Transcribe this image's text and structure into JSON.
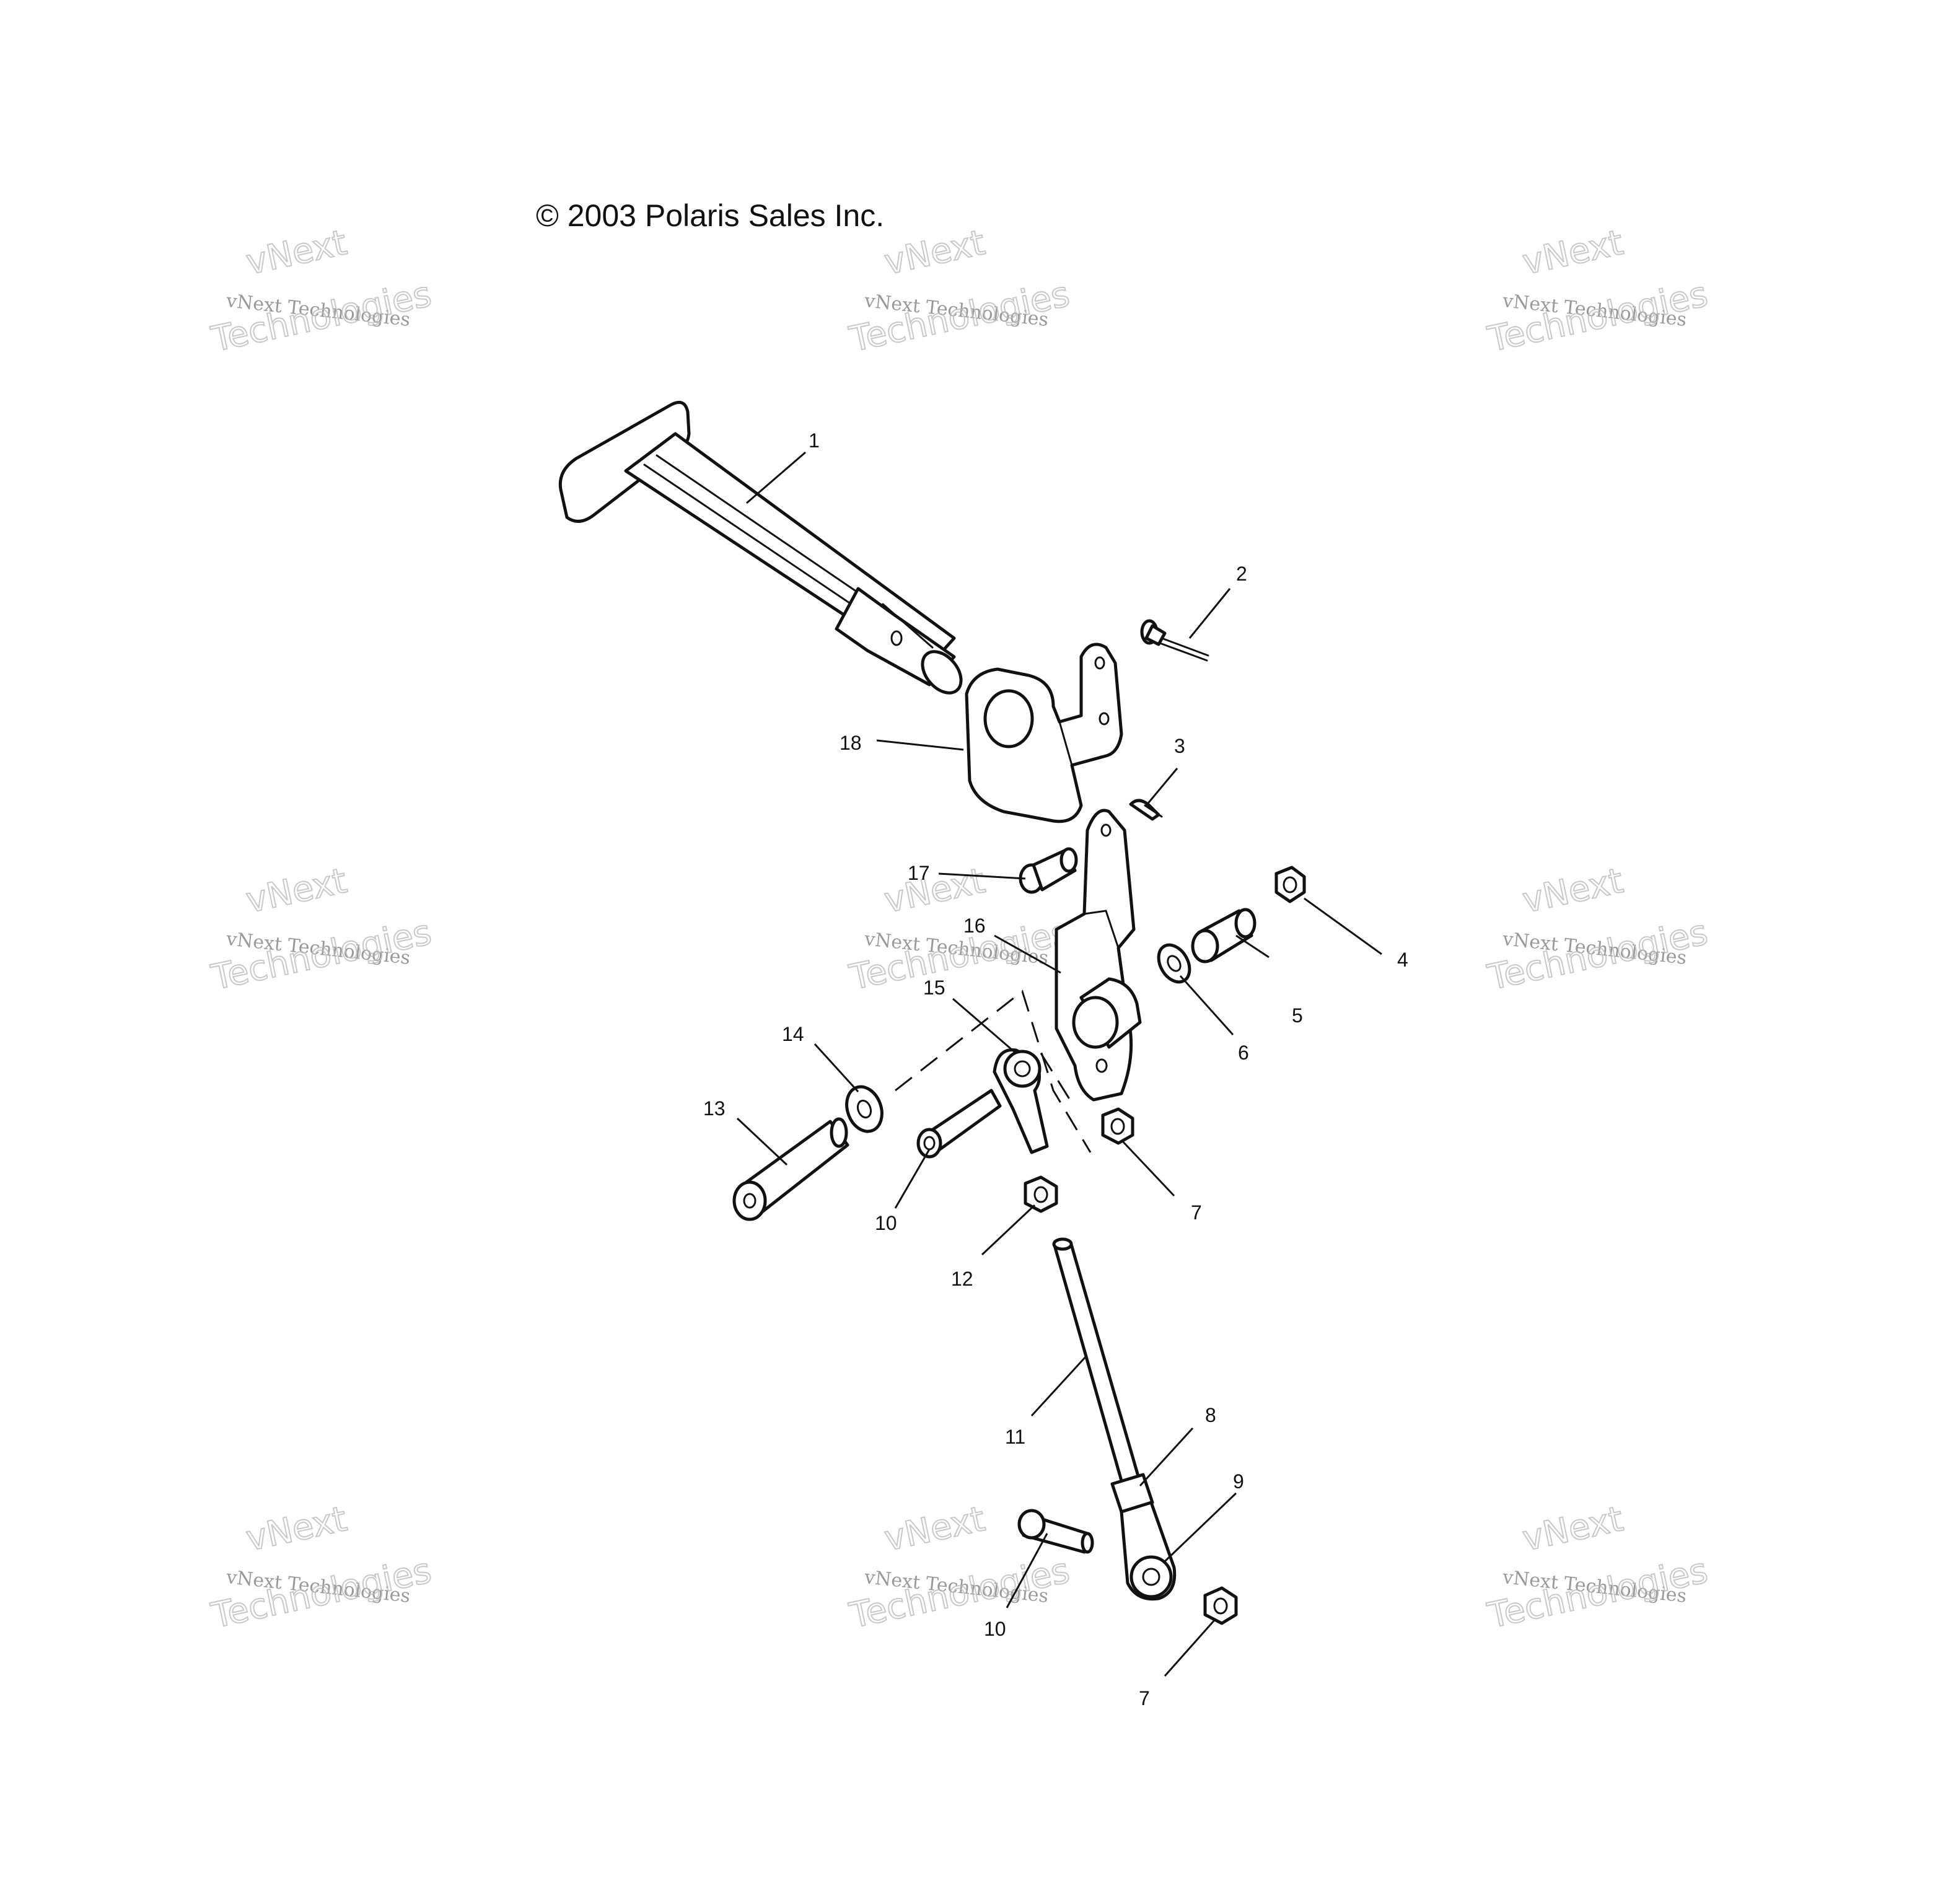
{
  "copyright": "© 2003 Polaris Sales Inc.",
  "watermark": {
    "line1": "vNext",
    "line2": "vNext Technologies",
    "line3": "Technologies"
  },
  "callouts": [
    {
      "id": "c1",
      "label": "1"
    },
    {
      "id": "c2",
      "label": "2"
    },
    {
      "id": "c3",
      "label": "3"
    },
    {
      "id": "c4",
      "label": "4"
    },
    {
      "id": "c5",
      "label": "5"
    },
    {
      "id": "c6",
      "label": "6"
    },
    {
      "id": "c7a",
      "label": "7"
    },
    {
      "id": "c7b",
      "label": "7"
    },
    {
      "id": "c8",
      "label": "8"
    },
    {
      "id": "c9",
      "label": "9"
    },
    {
      "id": "c10a",
      "label": "10"
    },
    {
      "id": "c10b",
      "label": "10"
    },
    {
      "id": "c11",
      "label": "11"
    },
    {
      "id": "c12",
      "label": "12"
    },
    {
      "id": "c13",
      "label": "13"
    },
    {
      "id": "c14",
      "label": "14"
    },
    {
      "id": "c15",
      "label": "15"
    },
    {
      "id": "c16",
      "label": "16"
    },
    {
      "id": "c17",
      "label": "17"
    },
    {
      "id": "c18",
      "label": "18"
    }
  ]
}
